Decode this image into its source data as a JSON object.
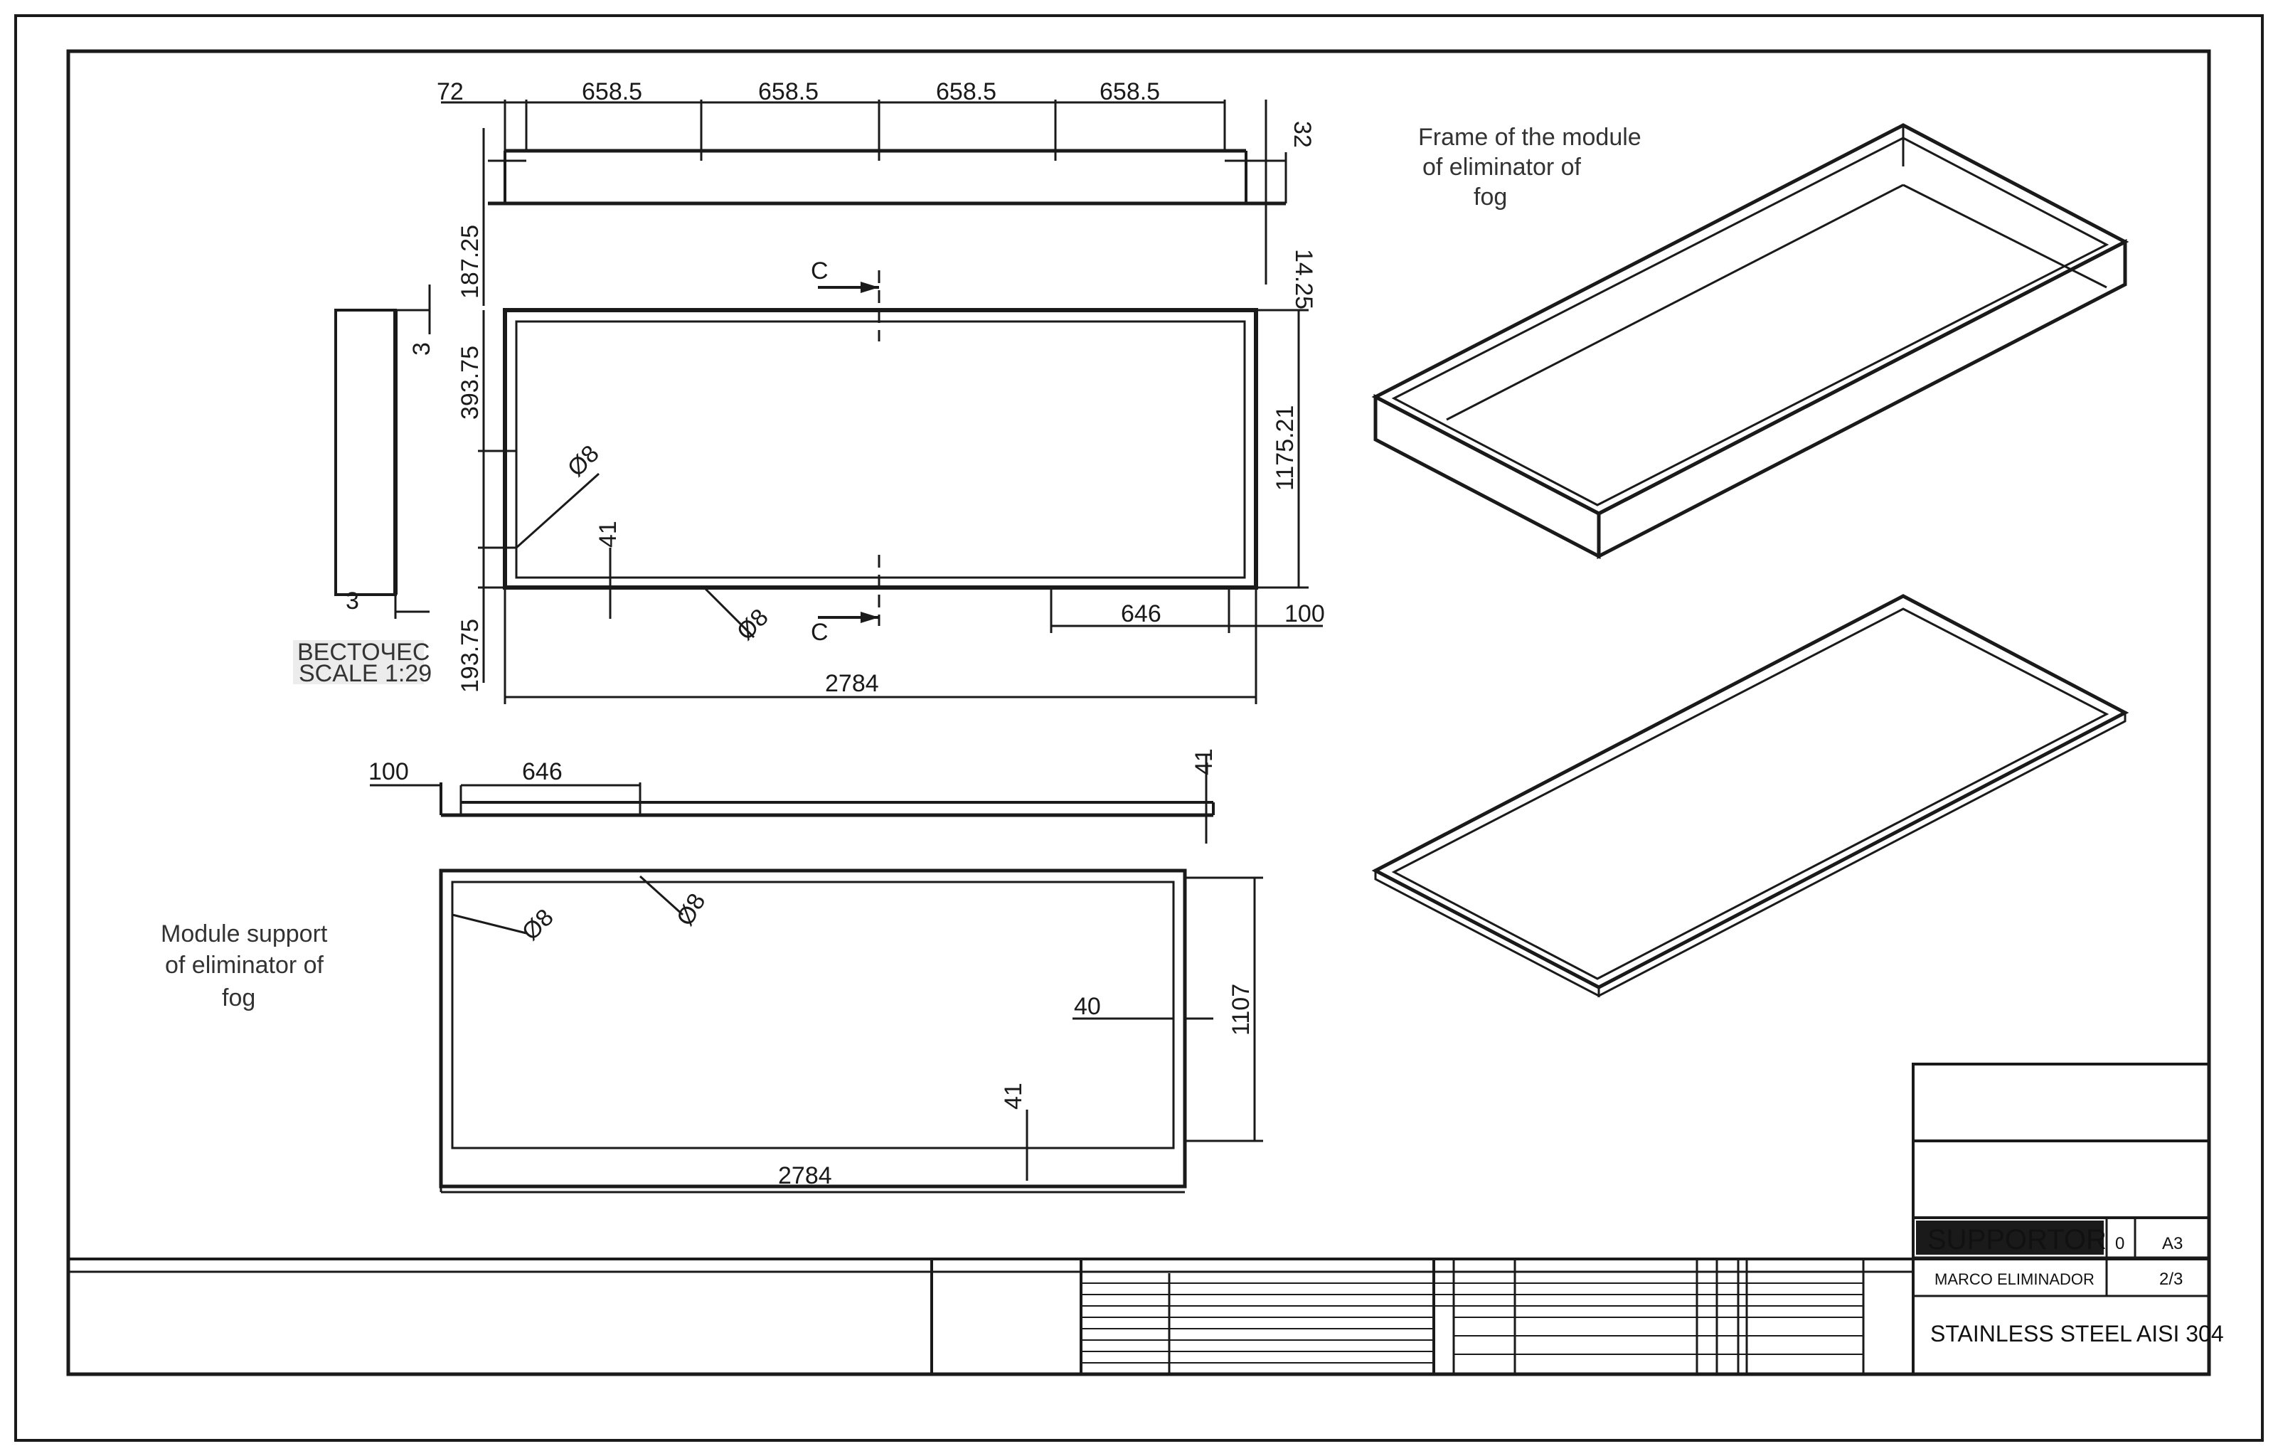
{
  "top_view": {
    "dims_top": [
      "72",
      "658.5",
      "658.5",
      "658.5",
      "658.5"
    ],
    "dim_right_top": "32",
    "dim_left_top": "187.25",
    "dim_right_mid": "14.25",
    "section_mark": "C",
    "dim_left_1": "393.75",
    "dim_left_2": "193.75",
    "dim_diam_1": "Ø8",
    "dim_diam_2": "Ø8",
    "dim_41": "41",
    "dim_height": "1175.21",
    "dim_646": "646",
    "dim_100": "100",
    "dim_width": "2784",
    "side_dim_3a": "3",
    "side_dim_3b": "3"
  },
  "scale_label_1": "BECTOЧEC",
  "scale_label_2": "SCALE 1:29",
  "lower_view": {
    "dim_100": "100",
    "dim_646": "646",
    "dim_41_right": "41",
    "dim_diam_1": "Ø8",
    "dim_diam_2": "Ø8",
    "dim_40": "40",
    "dim_height": "1107",
    "dim_41_bottom": "41",
    "dim_width": "2784"
  },
  "module_support_label": [
    "Module support",
    "of eliminator of",
    "fog"
  ],
  "frame_label": [
    "Frame of the module",
    "of eliminator of",
    "fog"
  ],
  "title_block": {
    "part_name": "SUPPORTOR",
    "revision": "0",
    "sheet_size": "A3",
    "subtitle": "MARCO ELIMINADOR",
    "sheet": "2/3",
    "material": "STAINLESS STEEL AISI 304"
  }
}
